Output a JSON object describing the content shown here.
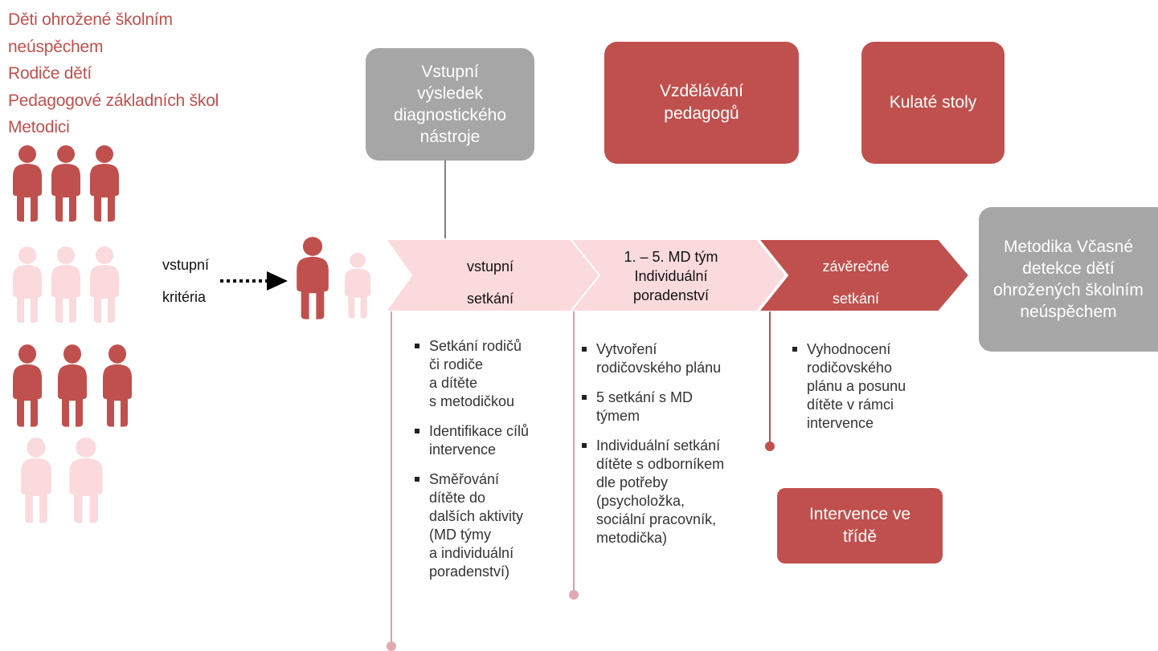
{
  "target_groups": [
    "Děti ohrožené školním",
    "neúspěchem",
    "Rodiče dětí",
    "Pedagogové základních škol",
    "Metodici"
  ],
  "entry": {
    "line1": "vstupní",
    "line2": "kritéria"
  },
  "top_boxes": {
    "diagnostic": "Vstupní výsledek diagnostického nástroje",
    "training": "Vzdělávání pedagogů",
    "roundtables": "Kulaté stoly"
  },
  "phases": [
    {
      "line1": "vstupní",
      "line2": "setkání"
    },
    {
      "line1": "1. – 5. MD tým",
      "line2": "Individuální",
      "line3": "poradenství"
    },
    {
      "line1": "závěrečné",
      "line2": "setkání"
    }
  ],
  "outcome_box": "Metodika Včasné detekce dětí ohrožených školním neúspěchem",
  "lists": {
    "phase1": [
      "Setkání rodičů\nči rodiče\na dítěte\ns metodičkou",
      "Identifikace cílů\nintervence",
      "Směřování\ndítěte do\ndalších aktivity\n(MD týmy\na individuální\nporadenství)"
    ],
    "phase2": [
      "Vytvoření\nrodičovského plánu",
      "5 setkání s MD\ntýmem",
      "Individuální setkání\ndítěte s odborníkem\ndle potřeby\n(psycholožka,\nsociální pracovník,\nmetodička)"
    ],
    "phase3": [
      "Vyhodnocení\nrodičovského\nplánu a posunu\ndítěte v rámci\nintervence"
    ]
  },
  "intervention_box": "Intervence ve třídě",
  "colors": {
    "red": "#c0504d",
    "light_pink": "#fadadd",
    "grey": "#a6a6a6",
    "line_pink": "#d9a0a6"
  }
}
